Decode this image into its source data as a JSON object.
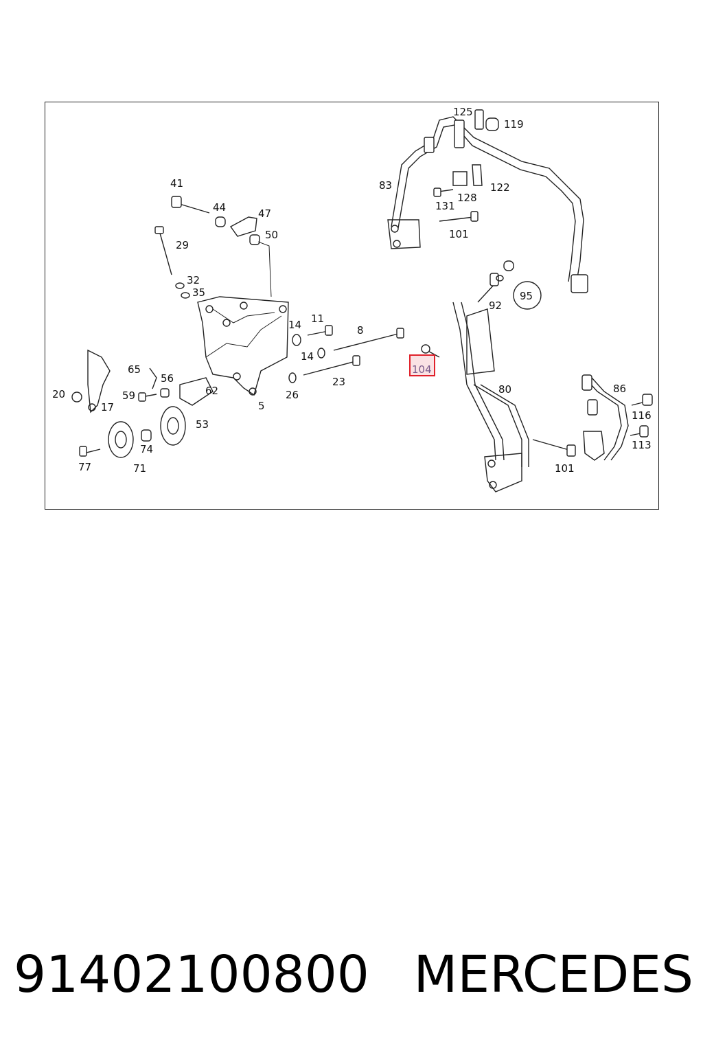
{
  "diagram": {
    "callouts": [
      "125",
      "119",
      "83",
      "122",
      "128",
      "131",
      "101",
      "41",
      "44",
      "47",
      "29",
      "50",
      "95",
      "92",
      "32",
      "35",
      "14",
      "11",
      "8",
      "104",
      "14",
      "65",
      "56",
      "23",
      "80",
      "86",
      "20",
      "59",
      "62",
      "26",
      "5",
      "116",
      "17",
      "53",
      "113",
      "74",
      "101",
      "77",
      "71"
    ],
    "highlighted_callout": "104",
    "highlight_color": "#e0202a"
  },
  "footer": {
    "part_number": "91402100800",
    "brand": "MERCEDES"
  }
}
